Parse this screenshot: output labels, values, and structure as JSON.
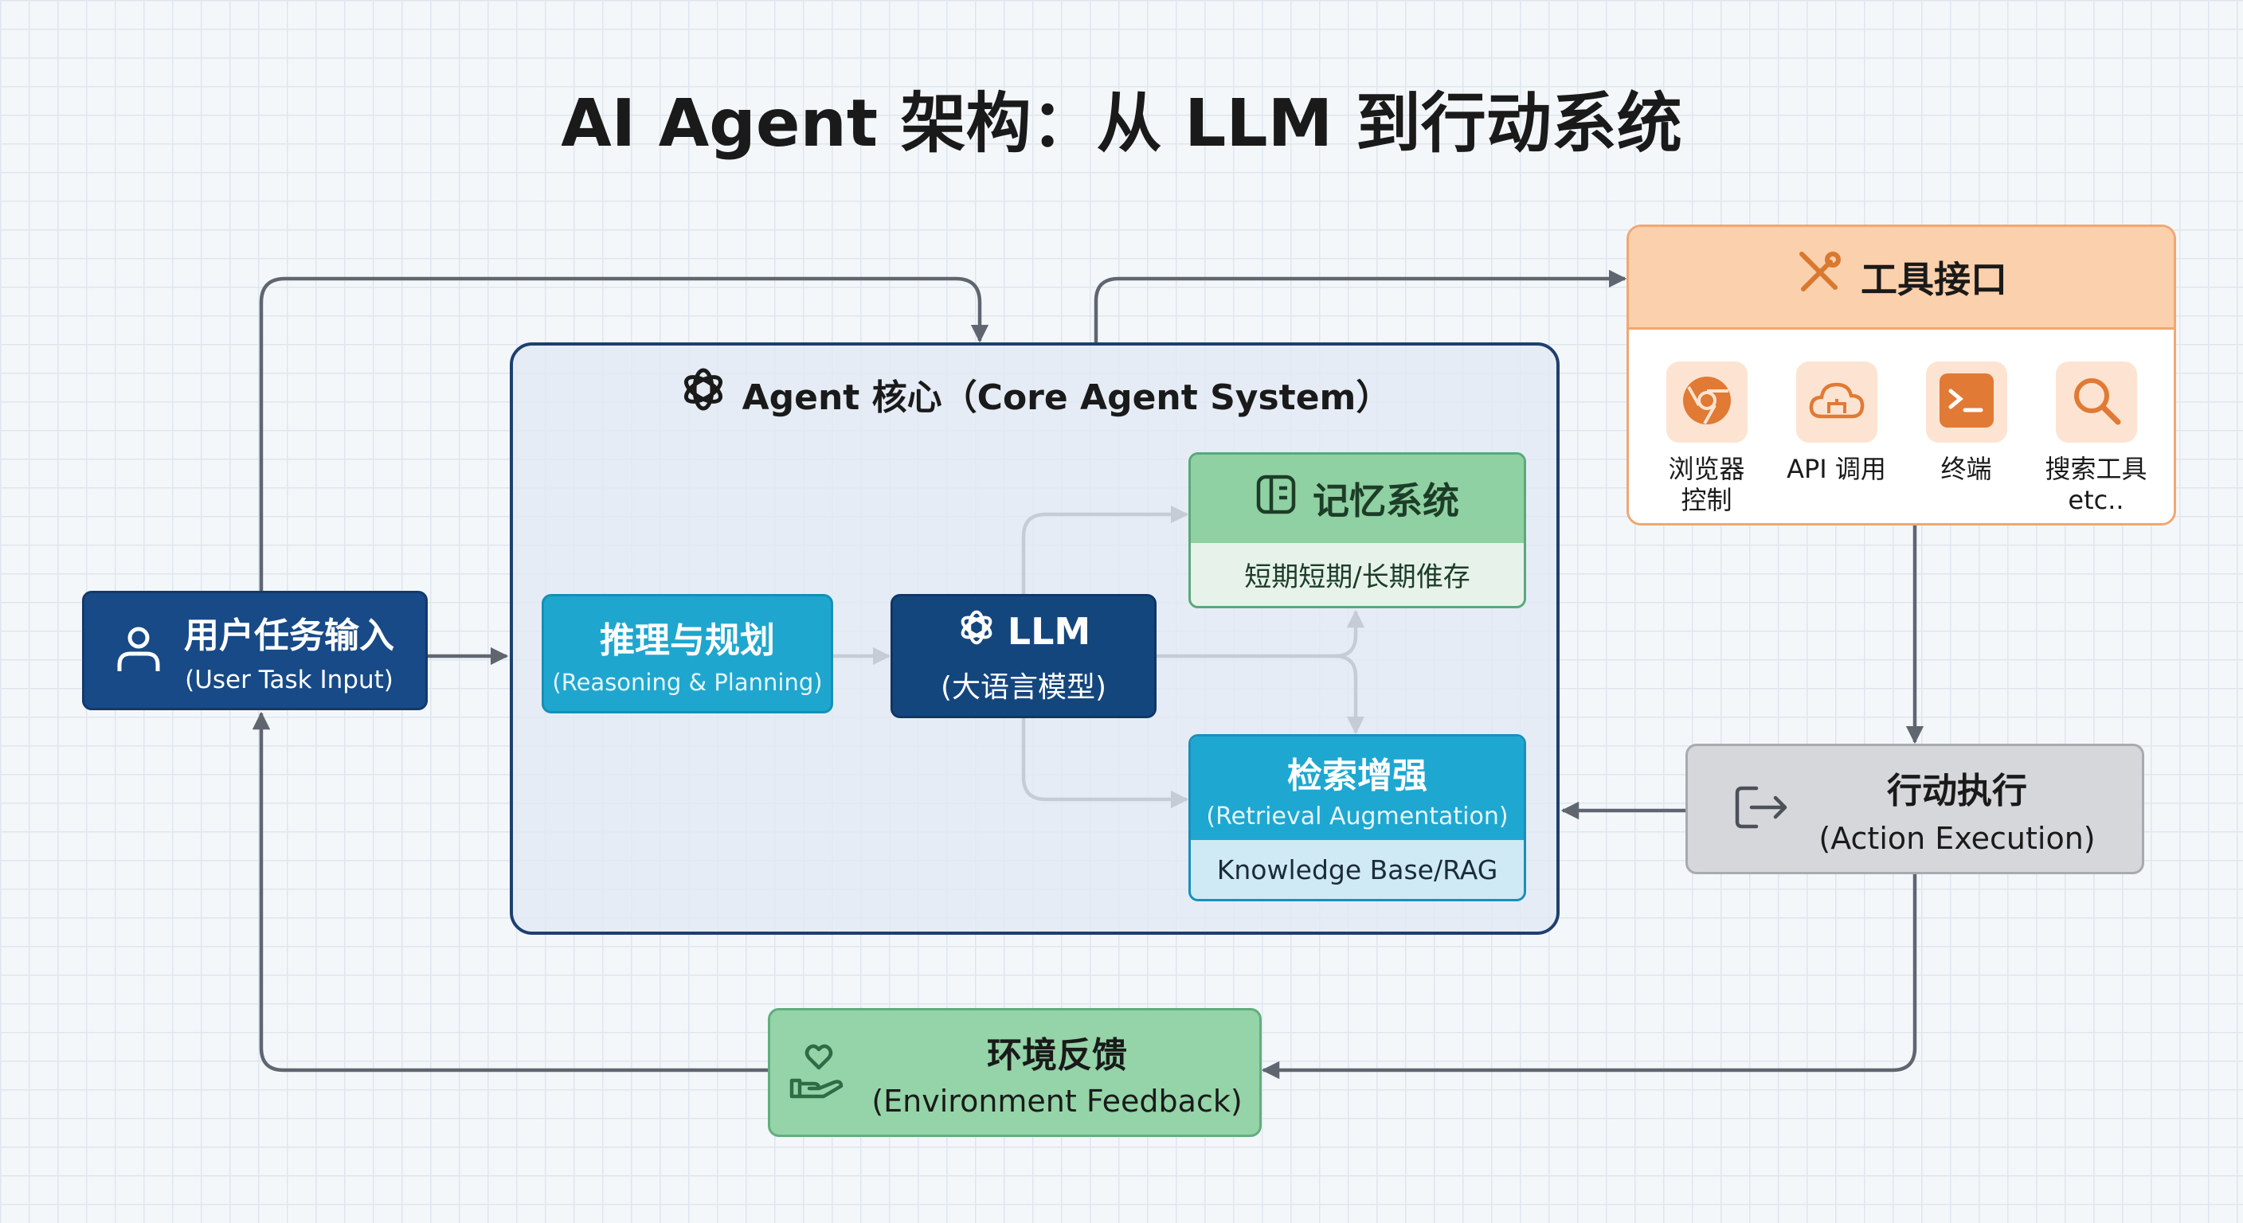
{
  "title": "AI Agent 架构：从 LLM 到行动系统",
  "core": {
    "title": "Agent 核心（Core Agent System）"
  },
  "user_input": {
    "title": "用户任务输入",
    "subtitle": "(User Task Input)"
  },
  "reasoning": {
    "title": "推理与规划",
    "subtitle": "(Reasoning & Planning)"
  },
  "llm": {
    "title": "LLM",
    "subtitle": "(大语言模型)"
  },
  "memory": {
    "title": "记忆系统",
    "subtitle": "短期短期/长期倠存"
  },
  "retrieval": {
    "title": "检索增强",
    "subtitle": "(Retrieval Augmentation)",
    "footer": "Knowledge Base/RAG"
  },
  "tools": {
    "title": "工具接口",
    "items": [
      {
        "label_line1": "浏览器",
        "label_line2": "控制",
        "icon": "browser-icon"
      },
      {
        "label_line1": "API 调用",
        "label_line2": "",
        "icon": "cloud-api-icon"
      },
      {
        "label_line1": "终端",
        "label_line2": "",
        "icon": "terminal-icon"
      },
      {
        "label_line1": "搜索工具",
        "label_line2": "etc..",
        "icon": "search-icon"
      }
    ]
  },
  "action": {
    "title": "行动执行",
    "subtitle": "(Action Execution)"
  },
  "environment": {
    "title": "环境反馈",
    "subtitle": "(Environment Feedback)"
  },
  "colors": {
    "navy": "#174a86",
    "teal": "#1fa6cf",
    "green": "#8fd1a2",
    "orange": "#fbd0ac",
    "gray": "#d5d7da",
    "wire": "#5f6670"
  }
}
